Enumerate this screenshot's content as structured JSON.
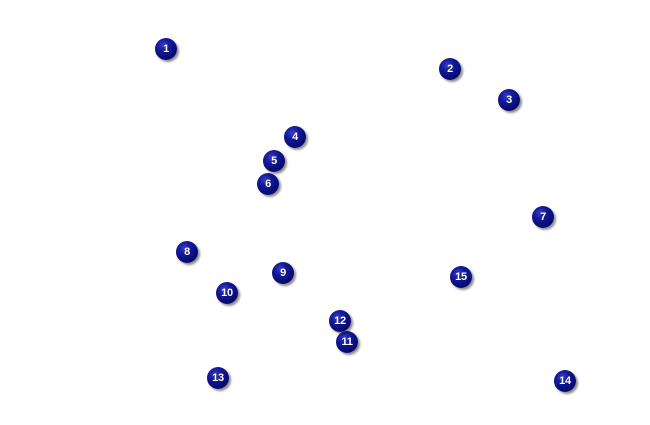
{
  "markers": [
    {
      "label": "1"
    },
    {
      "label": "2"
    },
    {
      "label": "3"
    },
    {
      "label": "4"
    },
    {
      "label": "5"
    },
    {
      "label": "6"
    },
    {
      "label": "7"
    },
    {
      "label": "8"
    },
    {
      "label": "9"
    },
    {
      "label": "10"
    },
    {
      "label": "11"
    },
    {
      "label": "12"
    },
    {
      "label": "13"
    },
    {
      "label": "14"
    },
    {
      "label": "15"
    }
  ]
}
